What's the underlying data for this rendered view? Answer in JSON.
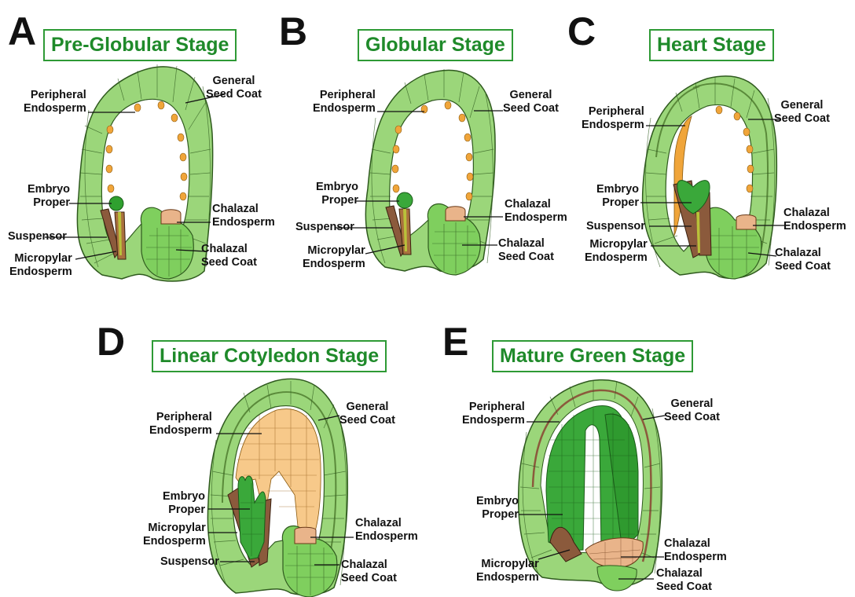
{
  "panels": [
    {
      "letter": "A",
      "title": "Pre-Globular Stage",
      "labels": {
        "peripheral": "Peripheral\nEndosperm",
        "general": "General\nSeed Coat",
        "embryo": "Embryo\nProper",
        "suspensor": "Suspensor",
        "micropylar": "Micropylar\nEndosperm",
        "chalazal_endo": "Chalazal\nEndosperm",
        "chalazal_coat": "Chalazal\nSeed Coat"
      }
    },
    {
      "letter": "B",
      "title": "Globular Stage",
      "labels": {
        "peripheral": "Peripheral\nEndosperm",
        "general": "General\nSeed Coat",
        "embryo": "Embryo\nProper",
        "suspensor": "Suspensor",
        "micropylar": "Micropylar\nEndosperm",
        "chalazal_endo": "Chalazal\nEndosperm",
        "chalazal_coat": "Chalazal\nSeed Coat"
      }
    },
    {
      "letter": "C",
      "title": "Heart Stage",
      "labels": {
        "peripheral": "Peripheral\nEndosperm",
        "general": "General\nSeed Coat",
        "embryo": "Embryo\nProper",
        "suspensor": "Suspensor",
        "micropylar": "Micropylar\nEndosperm",
        "chalazal_endo": "Chalazal\nEndosperm",
        "chalazal_coat": "Chalazal\nSeed Coat"
      }
    },
    {
      "letter": "D",
      "title": "Linear Cotyledon Stage",
      "labels": {
        "peripheral": "Peripheral\nEndosperm",
        "general": "General\nSeed Coat",
        "embryo": "Embryo\nProper",
        "micropylar": "Micropylar\nEndosperm",
        "suspensor": "Suspensor",
        "chalazal_endo": "Chalazal\nEndosperm",
        "chalazal_coat": "Chalazal\nSeed Coat"
      }
    },
    {
      "letter": "E",
      "title": "Mature Green Stage",
      "labels": {
        "peripheral": "Peripheral\nEndosperm",
        "general": "General\nSeed Coat",
        "embryo": "Embryo\nProper",
        "micropylar": "Micropylar\nEndosperm",
        "chalazal_endo": "Chalazal\nEndosperm",
        "chalazal_coat": "Chalazal\nSeed Coat"
      }
    }
  ],
  "colors": {
    "seed_coat": "#9bd67a",
    "seed_coat_inner": "#bfe6a2",
    "cell_line": "#2f5a1e",
    "title_green": "#1f8a2a",
    "endosperm": "#f7c98a",
    "endosperm_dot": "#f0a53a",
    "embryo": "#3a9e34",
    "embryo_dark": "#2a7d26",
    "suspensor": "#8b5a3c",
    "chalazal_endosperm": "#e9b48a"
  }
}
